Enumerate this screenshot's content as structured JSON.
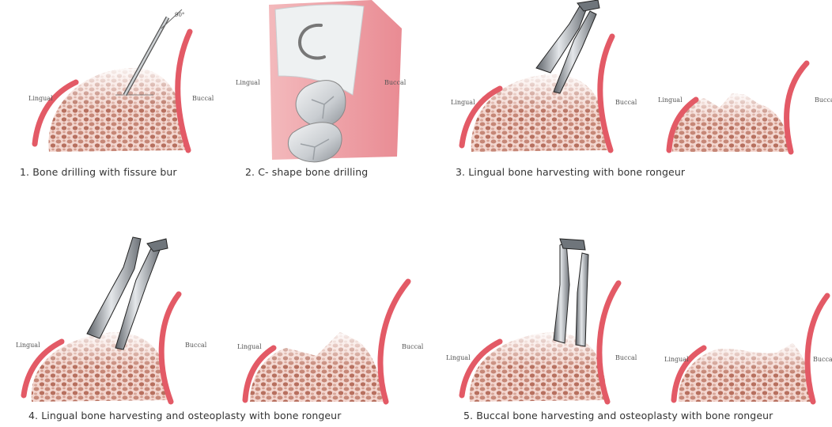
{
  "labels": {
    "lingual": "Lingual",
    "buccal": "Buccal",
    "buccal_cut": "Bucca",
    "angle": "90°"
  },
  "captions": {
    "step1": "1. Bone drilling with fissure bur",
    "step2": "2. C- shape bone drilling",
    "step3": "3. Lingual bone harvesting with bone rongeur",
    "step4": "4. Lingual bone harvesting and osteoplasty with bone rongeur",
    "step5": "5. Buccal bone harvesting and osteoplasty with bone rongeur"
  },
  "colors": {
    "cortex": "#e35a66",
    "bone_bg": "#f6dcd6",
    "bone_cell": "#c98a7a",
    "steel": "#9aa0a6"
  }
}
